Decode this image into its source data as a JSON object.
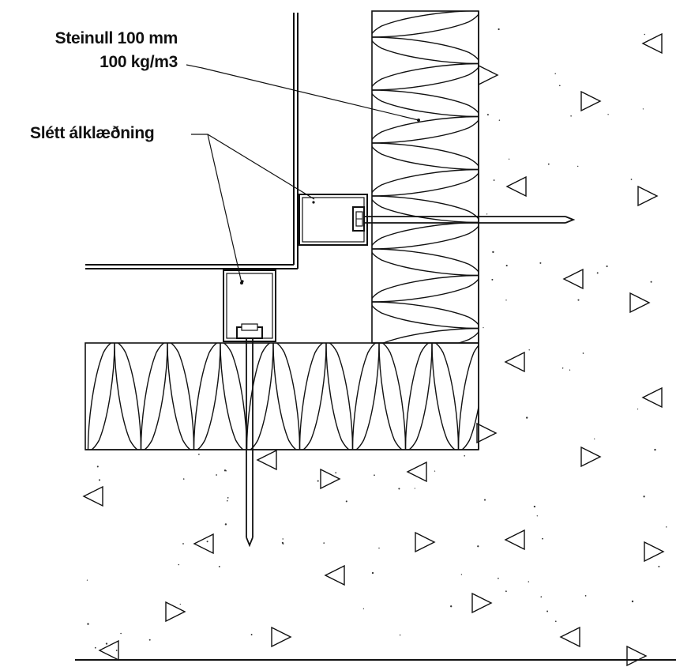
{
  "labels": {
    "insulation_line1": "Steinull 100 mm",
    "insulation_line2": "100 kg/m3",
    "cladding": "Slétt álklæðning"
  },
  "colors": {
    "line": "#111111",
    "background": "#ffffff"
  }
}
